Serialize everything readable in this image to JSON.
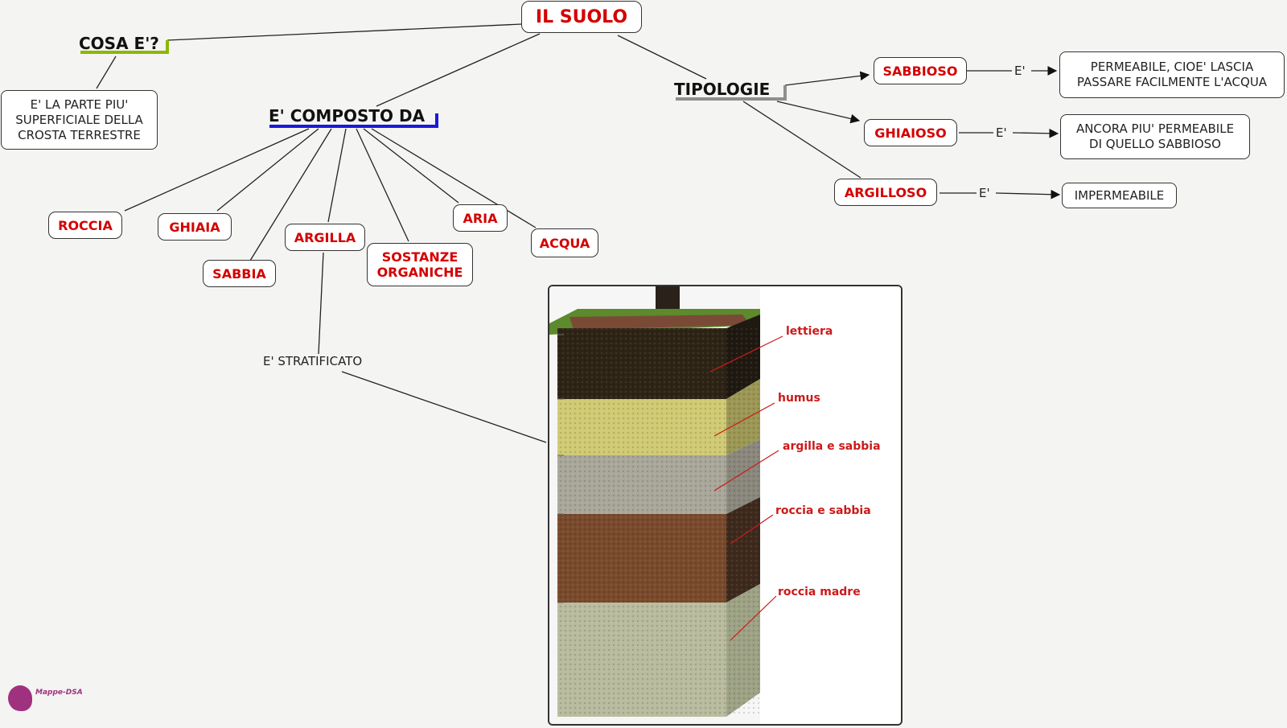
{
  "root": {
    "label": "IL SUOLO"
  },
  "definition": {
    "heading": "COSA E'?",
    "lines": [
      "E' LA PARTE PIU'",
      "SUPERFICIALE DELLA",
      "CROSTA TERRESTRE"
    ]
  },
  "composition": {
    "heading": "E' COMPOSTO DA",
    "roccia": "ROCCIA",
    "ghiaia": "GHIAIA",
    "sabbia": "SABBIA",
    "argilla": "ARGILLA",
    "sostanze_line1": "SOSTANZE",
    "sostanze_line2": "ORGANICHE",
    "aria": "ARIA",
    "acqua": "ACQUA",
    "stratified": "E' STRATIFICATO"
  },
  "types": {
    "heading": "TIPOLOGIE",
    "link_label": "E'",
    "sabbioso": "SABBIOSO",
    "sabbioso_desc": [
      "PERMEABILE, CIOE' LASCIA",
      "PASSARE FACILMENTE L'ACQUA"
    ],
    "ghiaioso": "GHIAIOSO",
    "ghiaioso_desc": [
      "ANCORA PIU' PERMEABILE",
      "DI QUELLO SABBIOSO"
    ],
    "argilloso": "ARGILLOSO",
    "argilloso_desc": "IMPERMEABILE"
  },
  "soil_layers": {
    "lettiera": "lettiera",
    "humus": "humus",
    "argilla_sabbia": "argilla e sabbia",
    "roccia_sabbia": "roccia e sabbia",
    "roccia_madre": "roccia madre"
  },
  "logo": {
    "text": "Mappe-DSA"
  },
  "colors": {
    "node_text": "#d40000",
    "definition_underline": "#8db800",
    "composition_underline": "#1a1adb",
    "types_underline": "#8f8f8f"
  }
}
